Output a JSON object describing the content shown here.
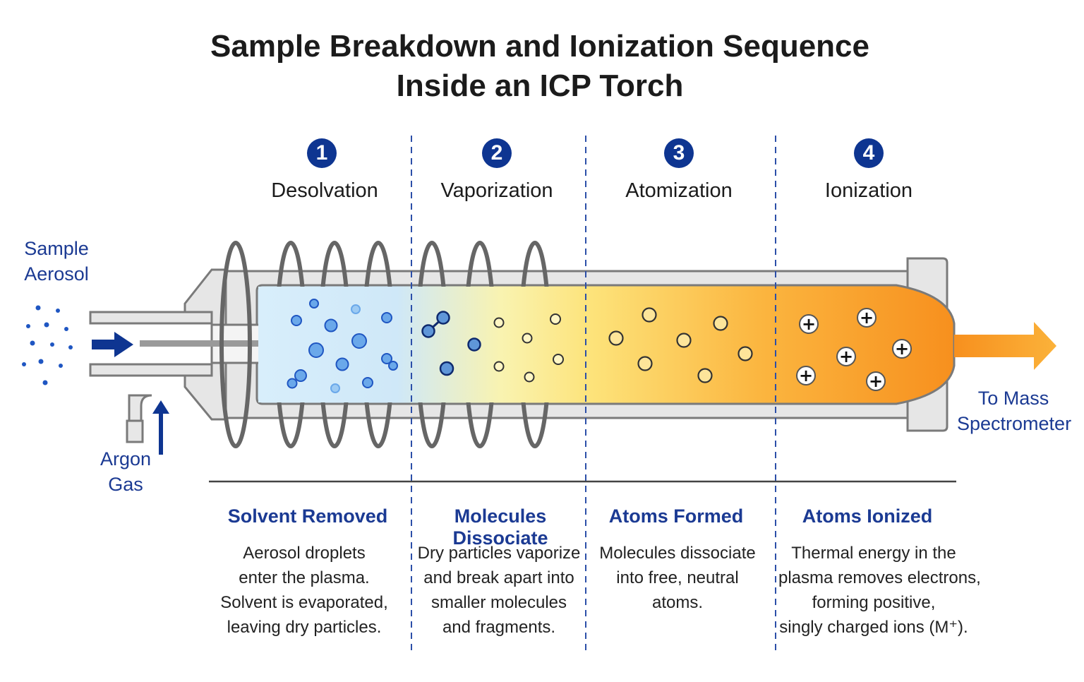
{
  "title": {
    "line1": "Sample Breakdown and Ionization Sequence",
    "line2": "Inside an ICP Torch"
  },
  "stages": [
    {
      "number": "1",
      "name": "Desolvation",
      "heading": "Solvent Removed",
      "description": [
        "Aerosol droplets",
        "enter the plasma.",
        "Solvent is evaporated,",
        "leaving dry particles."
      ]
    },
    {
      "number": "2",
      "name": "Vaporization",
      "heading": "Molecules Dissociate",
      "description": [
        "Dry particles vaporize",
        "and break apart into",
        "smaller molecules",
        "and fragments."
      ]
    },
    {
      "number": "3",
      "name": "Atomization",
      "heading": "Atoms Formed",
      "description": [
        "Molecules dissociate",
        "into free, neutral",
        "atoms."
      ]
    },
    {
      "number": "4",
      "name": "Ionization",
      "heading": "Atoms Ionized",
      "description": [
        "Thermal energy in the",
        "plasma removes electrons,",
        "forming positive,",
        "singly charged ions (M⁺)."
      ]
    }
  ],
  "labels": {
    "sample_aerosol": [
      "Sample",
      "Aerosol"
    ],
    "argon_gas": [
      "Argon",
      "Gas"
    ],
    "to_mass_spectrometer": [
      "To Mass",
      "Spectrometer"
    ],
    "ion_symbol": "+"
  },
  "colors": {
    "accent_blue": "#0e3591",
    "label_blue": "#1b3a93",
    "droplet_blue": "#3a7fd6",
    "plasma_cold": "#d4ecfb",
    "plasma_yellow": "#fbe77a",
    "plasma_hot": "#f7901e",
    "torch_gray": "#7a7a7a",
    "coil_gray": "#6a6a6a"
  }
}
